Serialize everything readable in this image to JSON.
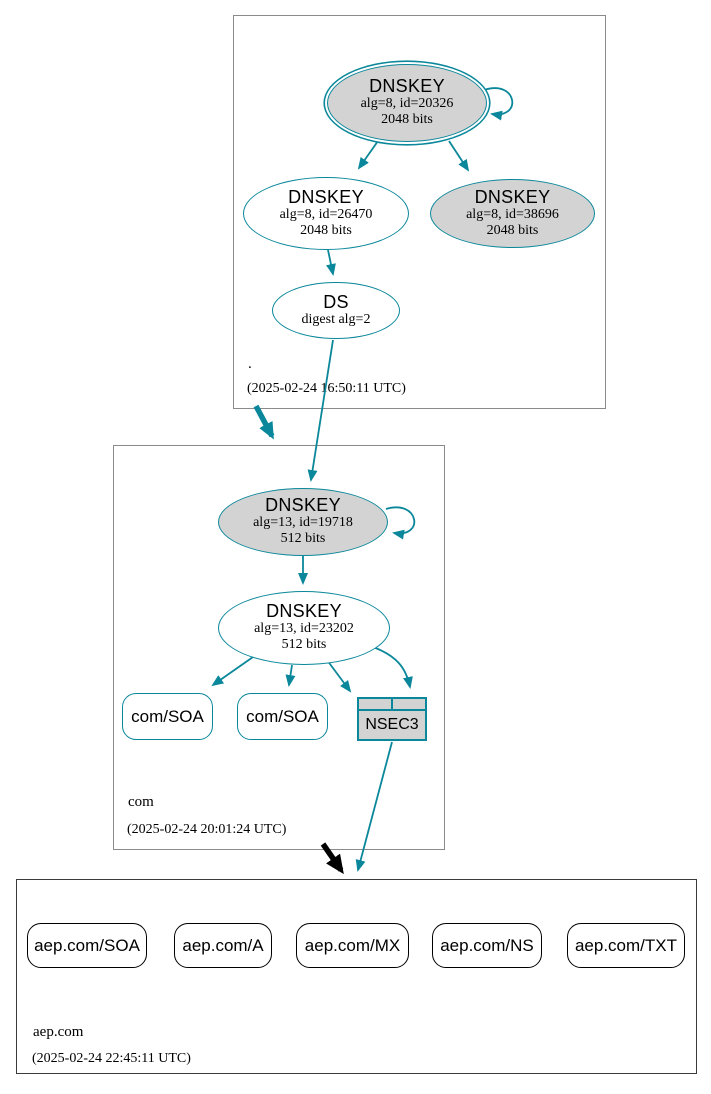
{
  "colors": {
    "secure_teal": "#0a879a",
    "insecure_black": "#000000",
    "node_fill_gray": "#d3d3d3",
    "zone_border_gray": "#8a8a8a",
    "zone_border_dark": "#3a3a3a"
  },
  "zones": {
    "root": {
      "label": ".",
      "timestamp": "(2025-02-24 16:50:11 UTC)",
      "nodes": {
        "ksk": {
          "title": "DNSKEY",
          "line2": "alg=8, id=20326",
          "line3": "2048 bits"
        },
        "zsk": {
          "title": "DNSKEY",
          "line2": "alg=8, id=26470",
          "line3": "2048 bits"
        },
        "key3": {
          "title": "DNSKEY",
          "line2": "alg=8, id=38696",
          "line3": "2048 bits"
        },
        "ds": {
          "title": "DS",
          "line2": "digest alg=2"
        }
      }
    },
    "com": {
      "label": "com",
      "timestamp": "(2025-02-24 20:01:24 UTC)",
      "nodes": {
        "ksk": {
          "title": "DNSKEY",
          "line2": "alg=13, id=19718",
          "line3": "512 bits"
        },
        "zsk": {
          "title": "DNSKEY",
          "line2": "alg=13, id=23202",
          "line3": "512 bits"
        },
        "soa1": {
          "title": "com/SOA"
        },
        "soa2": {
          "title": "com/SOA"
        },
        "nsec3": {
          "title": "NSEC3"
        }
      }
    },
    "aep": {
      "label": "aep.com",
      "timestamp": "(2025-02-24 22:45:11 UTC)",
      "nodes": {
        "soa": {
          "title": "aep.com/SOA"
        },
        "a": {
          "title": "aep.com/A"
        },
        "mx": {
          "title": "aep.com/MX"
        },
        "ns": {
          "title": "aep.com/NS"
        },
        "txt": {
          "title": "aep.com/TXT"
        }
      }
    }
  }
}
